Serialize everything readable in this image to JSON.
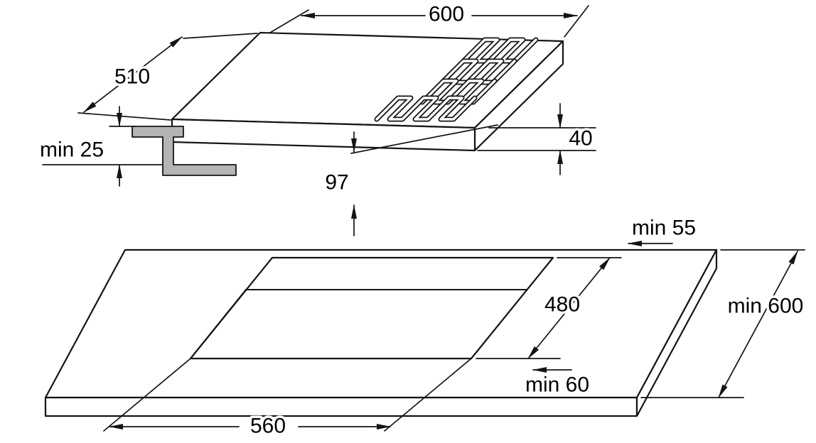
{
  "diagram": {
    "type": "technical-installation-drawing",
    "subject": "built-in gas hob dimensions and worktop cutout dimensions",
    "colors": {
      "line": "#141414",
      "bracket_fill": "#b4b4b4",
      "background": "#ffffff"
    },
    "hob": {
      "width": "600",
      "depth": "510",
      "height": "40",
      "depth_below": "97",
      "min_clearance_below": "min 25"
    },
    "worktop": {
      "min_rear_distance": "min 55",
      "cutout_depth": "480",
      "min_worktop_depth": "min 600",
      "min_front_distance": "min 60",
      "cutout_width": "560"
    }
  }
}
